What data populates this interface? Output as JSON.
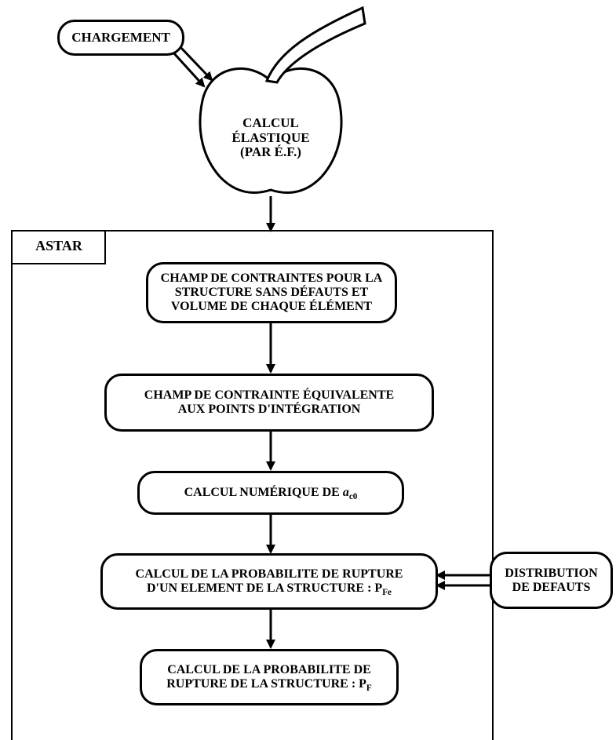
{
  "nodes": {
    "chargement": "CHARGEMENT",
    "calcul_elastique": [
      "CALCUL",
      "ÉLASTIQUE",
      "(PAR É.F.)"
    ],
    "astar": "ASTAR",
    "champ_contraintes": [
      "CHAMP DE CONTRAINTES POUR LA",
      "STRUCTURE SANS DÉFAUTS ET",
      "VOLUME DE CHAQUE ÉLÉMENT"
    ],
    "champ_equivalente": [
      "CHAMP DE CONTRAINTE ÉQUIVALENTE",
      "AUX POINTS D'INTÉGRATION"
    ],
    "calcul_numerique": {
      "text": "CALCUL NUMÉRIQUE DE ",
      "var": "a",
      "sub": "c0"
    },
    "probabilite_element": {
      "line1": "CALCUL DE LA PROBABILITE DE RUPTURE",
      "line2": "D'UN ELEMENT DE LA STRUCTURE : P",
      "sub": "Fe"
    },
    "distribution_defauts": [
      "DISTRIBUTION",
      "DE DEFAUTS"
    ],
    "probabilite_structure": {
      "line1": "CALCUL DE LA PROBABILITE DE",
      "line2": "RUPTURE DE LA STRUCTURE : P",
      "sub": "F"
    }
  }
}
